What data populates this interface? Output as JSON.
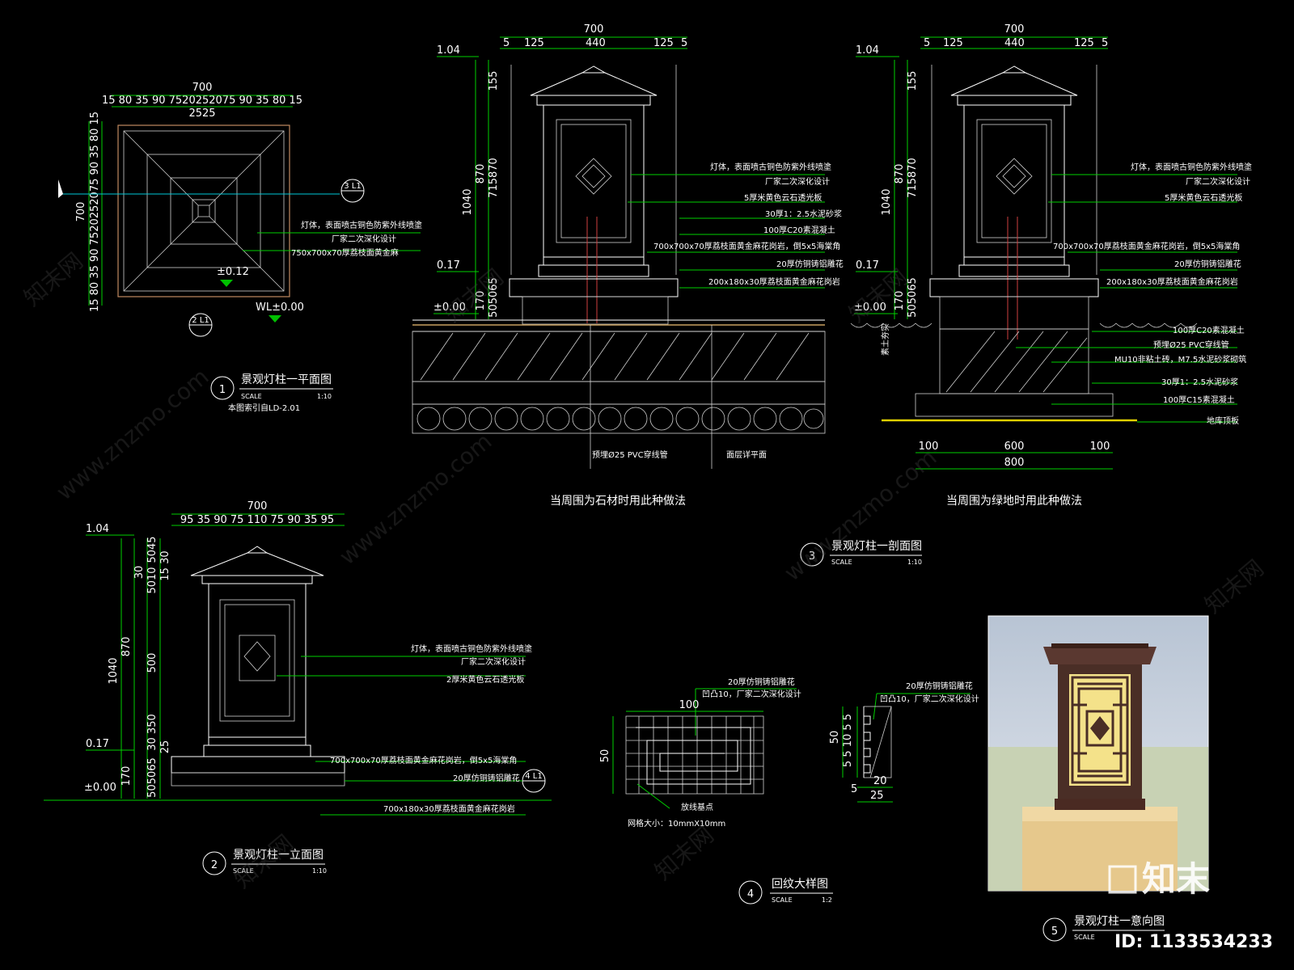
{
  "plan": {
    "dim_total": "700",
    "dim_row": "15 80 35 90 7520252075 90 35 80 15",
    "dim_sub": "2525",
    "dim_left_total": "700",
    "dim_left_row": "15 80 35 90 7520252075 90 35 80 15",
    "ann1": "灯体，表面喷古铜色防紫外线喷塗",
    "ann2": "厂家二次深化设计",
    "ann3": "750x700x70厚荔枝面黄金麻",
    "elev_mark": "±0.12",
    "wl_mark": "WL±0.00",
    "sec_mark_top": "3 L1",
    "sec_mark_bottom": "2 L1",
    "title_num": "1",
    "title": "景观灯柱一平面图",
    "scale_label": "SCALE",
    "scale": "1:10",
    "ref": "本图索引自LD-2.01"
  },
  "section_a": {
    "dim_total": "700",
    "dim_row": [
      "5",
      "125",
      "440",
      "125",
      "5"
    ],
    "elev_top": "1.04",
    "elev_mid": "0.17",
    "elev_zero": "±0.00",
    "v_dims": [
      "155",
      "870",
      "715870",
      "1040",
      "170",
      "505065"
    ],
    "notes": [
      "灯体，表面喷古铜色防紫外线喷塗",
      "厂家二次深化设计",
      "5厚米黄色云石透光板",
      "30厚1：2.5水泥砂浆",
      "100厚C20素混凝土",
      "700x700x70厚荔枝面黄金麻花岗岩，倒5x5海棠角",
      "20厚仿铜铸铝雕花",
      "200x180x30厚荔枝面黄金麻花岗岩"
    ],
    "bottom_note1": "预埋Ø25 PVC穿线管",
    "bottom_note2": "面层详平面",
    "caption": "当周围为石材时用此种做法"
  },
  "section_b": {
    "dim_total": "700",
    "dim_row": [
      "5",
      "125",
      "440",
      "125",
      "5"
    ],
    "elev_top": "1.04",
    "elev_mid": "0.17",
    "elev_zero": "±0.00",
    "v_dims": [
      "155",
      "870",
      "715870",
      "1040",
      "170",
      "505065"
    ],
    "side_label": "素土夯实",
    "notes": [
      "灯体，表面喷古铜色防紫外线喷塗",
      "厂家二次深化设计",
      "5厚米黄色云石透光板",
      "700x700x70厚荔枝面黄金麻花岗岩，倒5x5海棠角",
      "20厚仿铜铸铝雕花",
      "200x180x30厚荔枝面黄金麻花岗岩",
      "100厚C20素混凝土",
      "预埋Ø25 PVC穿线管",
      "MU10非粘土砖，M7.5水泥砂浆砌筑",
      "30厚1：2.5水泥砂浆",
      "100厚C15素混凝土",
      "地库顶板"
    ],
    "bottom_dims": [
      "100",
      "600",
      "100"
    ],
    "bottom_total": "800",
    "caption": "当周围为绿地时用此种做法"
  },
  "title3": {
    "num": "3",
    "title": "景观灯柱一剖面图",
    "scale_label": "SCALE",
    "scale": "1:10"
  },
  "elevation": {
    "dim_total": "700",
    "dim_row": "95 35 90 75 110 75 90 35 95",
    "elev_top": "1.04",
    "elev_mid": "0.17",
    "elev_zero": "±0.00",
    "v_dims": [
      "1040",
      "870",
      "500",
      "170",
      "5010",
      "30",
      "15 30",
      "5045",
      "30 350",
      "25",
      "505065"
    ],
    "notes": [
      "灯体，表面喷古铜色防紫外线喷塗",
      "厂家二次深化设计",
      "2厚米黄色云石透光板",
      "700x700x70厚荔枝面黄金麻花岗岩，倒5x5海棠角",
      "20厚仿铜铸铝雕花",
      "700x180x30厚荔枝面黄金麻花岗岩"
    ],
    "sec_mark": "4 L1",
    "title_num": "2",
    "title": "景观灯柱一立面图",
    "scale_label": "SCALE",
    "scale": "1:10"
  },
  "detail": {
    "note1": "20厚仿铜铸铝雕花",
    "note2": "凹凸10，厂家二次深化设计",
    "dim_w": "100",
    "dim_h": "50",
    "start_note": "放线基点",
    "grid_note": "网格大小：10mmX10mm",
    "side_note1": "20厚仿铜铸铝雕花",
    "side_note2": "凹凸10，厂家二次深化设计",
    "side_dims": [
      "50",
      "5 5 10 5 5",
      "5",
      "20",
      "25"
    ],
    "title_num": "4",
    "title": "回纹大样图",
    "scale_label": "SCALE",
    "scale": "1:2"
  },
  "render": {
    "title_num": "5",
    "title": "景观灯柱一意向图",
    "scale_label": "SCALE"
  },
  "watermark": {
    "logo": "知末",
    "id": "ID: 1133534233",
    "site": "www.znzmo.com",
    "brand": "知末网"
  }
}
